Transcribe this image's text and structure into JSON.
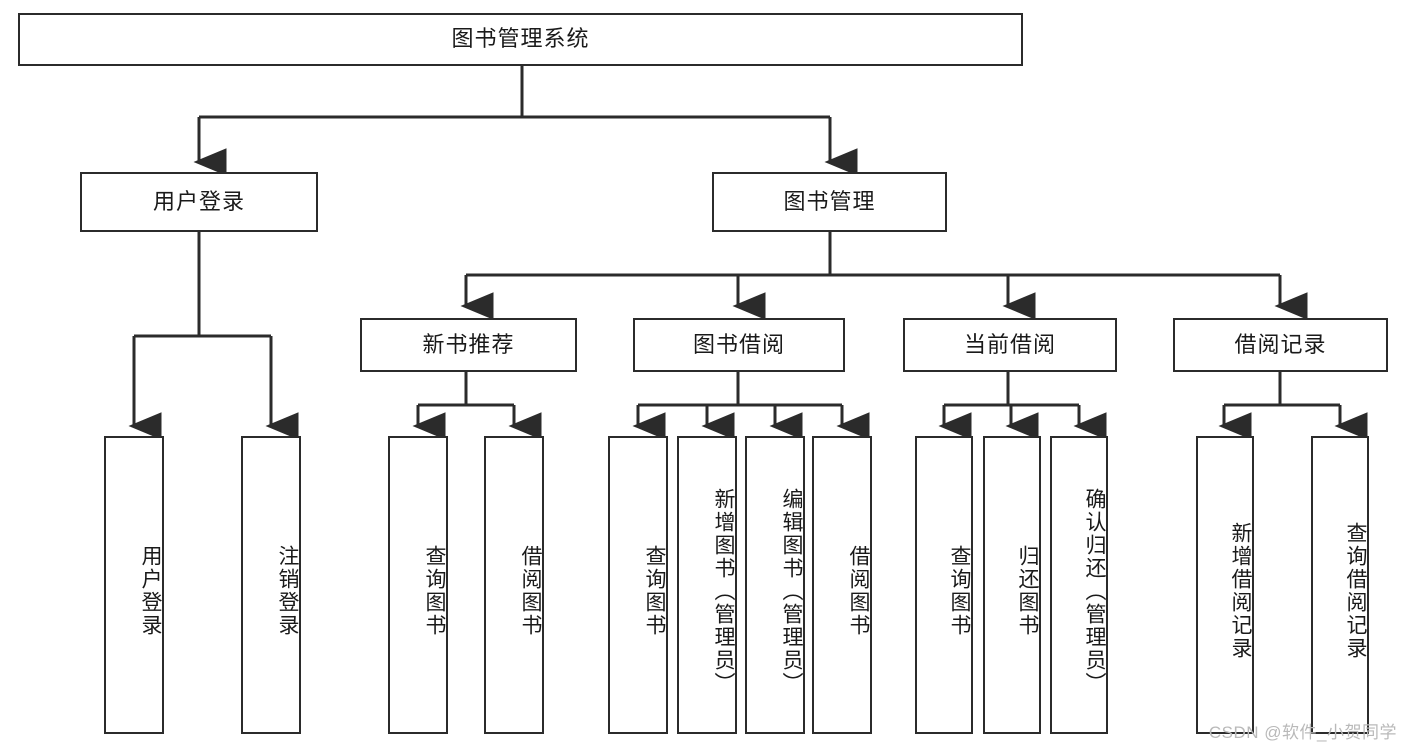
{
  "diagram": {
    "title": "图书管理系统",
    "type": "hierarchy-tree",
    "colors": {
      "background": "#ffffff",
      "node_border": "#2b2b2b",
      "node_fill": "#ffffff",
      "edge": "#2b2b2b",
      "text": "#1a1a1a",
      "watermark": "#b9b9b9"
    },
    "root": {
      "label": "图书管理系统"
    },
    "level2": [
      {
        "label": "用户登录"
      },
      {
        "label": "图书管理"
      }
    ],
    "level3": [
      {
        "label": "新书推荐"
      },
      {
        "label": "图书借阅"
      },
      {
        "label": "当前借阅"
      },
      {
        "label": "借阅记录"
      }
    ],
    "leaves": {
      "user_login": [
        {
          "label": "用户登录"
        },
        {
          "label": "注销登录"
        }
      ],
      "new_book_recommend": [
        {
          "label": "查询图书"
        },
        {
          "label": "借阅图书"
        }
      ],
      "book_borrow": [
        {
          "label": "查询图书"
        },
        {
          "label": "新增图书（管理员）"
        },
        {
          "label": "编辑图书（管理员）"
        },
        {
          "label": "借阅图书"
        }
      ],
      "current_borrow": [
        {
          "label": "查询图书"
        },
        {
          "label": "归还图书"
        },
        {
          "label": "确认归还（管理员）"
        }
      ],
      "borrow_record": [
        {
          "label": "新增借阅记录"
        },
        {
          "label": "查询借阅记录"
        }
      ]
    }
  },
  "watermark": {
    "text": "CSDN @软件_小贺同学"
  }
}
